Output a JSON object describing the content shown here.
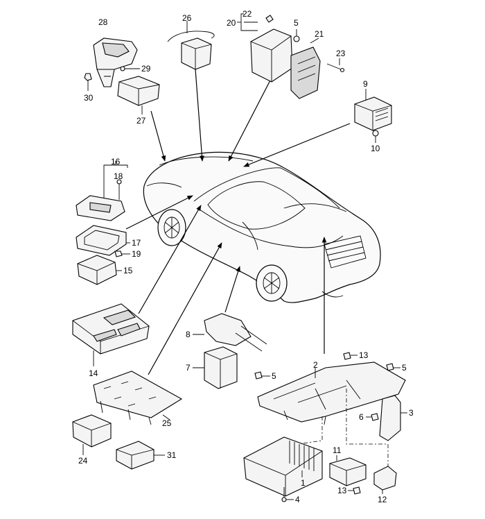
{
  "callouts": {
    "c1": "1",
    "c2": "2",
    "c3": "3",
    "c4": "4",
    "c5a": "5",
    "c5b": "5",
    "c5c": "5",
    "c6": "6",
    "c7": "7",
    "c8": "8",
    "c9": "9",
    "c10": "10",
    "c11": "11",
    "c12": "12",
    "c13a": "13",
    "c13b": "13",
    "c14": "14",
    "c15": "15",
    "c16": "16",
    "c17": "17",
    "c18": "18",
    "c19": "19",
    "c20": "20",
    "c21": "21",
    "c22": "22",
    "c23": "23",
    "c24": "24",
    "c25": "25",
    "c26": "26",
    "c27": "27",
    "c28": "28",
    "c29": "29",
    "c30": "30",
    "c31": "31"
  }
}
